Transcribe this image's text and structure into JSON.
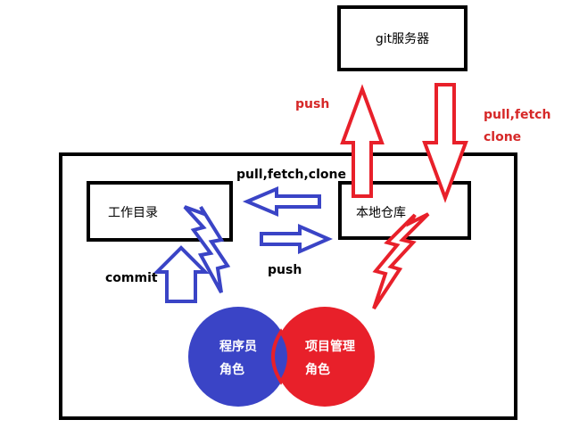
{
  "colors": {
    "border": "#000000",
    "red": "#e8202a",
    "blue": "#3a44c6",
    "label_red": "#d62828",
    "label_black": "#000000",
    "text_white": "#ffffff"
  },
  "nodes": {
    "git_server": "git服务器",
    "work_dir": "工作目录",
    "local_repo": "本地仓库"
  },
  "labels": {
    "push_red": "push",
    "pull_fetch_red": "pull,fetch",
    "clone_red": "clone",
    "pull_fetch_clone": "pull,fetch,clone",
    "push_blue": "push",
    "commit": "commit"
  },
  "roles": {
    "programmer_line1": "程序员",
    "programmer_line2": "角色",
    "pm_line1": "项目管理",
    "pm_line2": "角色"
  },
  "icons": {
    "up_arrow": "outline-up-arrow-icon",
    "down_arrow": "outline-down-arrow-icon",
    "left_arrow": "outline-left-arrow-icon",
    "right_arrow": "outline-right-arrow-icon",
    "lightning": "lightning-bolt-icon"
  }
}
